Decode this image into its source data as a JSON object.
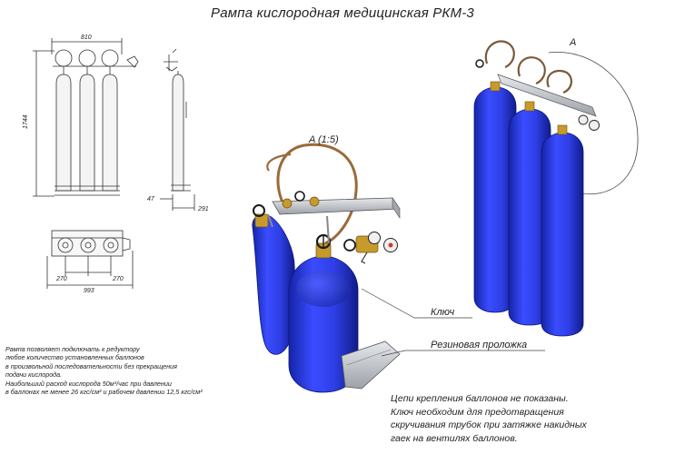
{
  "title": "Рампа кислородная медицинская РКМ-3",
  "dimensions": {
    "width_top": "810",
    "height_left": "1744",
    "side_47": "47",
    "side_291": "291",
    "plan_270_left": "270",
    "plan_270_right": "270",
    "plan_993": "993"
  },
  "labels": {
    "detail_view": "A (1:5)",
    "callout_a": "A",
    "key": "Ключ",
    "rubber_pad": "Резиновая проложка"
  },
  "notes_left": [
    "Рампа позволяет подключать к редуктору",
    "любое количество установленных баллонов",
    "в произвольной последовательности без прекращения",
    "подачи кислорода.",
    "Наибольший расход кислорода 50м³/час при давлении",
    "в баллонах не менее 26 кгс/см² и рабочем давлении 12,5 кгс/см²"
  ],
  "notes_right": [
    "Цепи крепления баллонов не показаны.",
    "Ключ  необходим для предотвращения",
    "скручивания трубок при затяжке накидных",
    "гаек  на вентилях баллонов."
  ],
  "colors": {
    "cylinder_blue": "#2f3fe6",
    "cylinder_dark": "#1424a8",
    "brass": "#c79a2c",
    "steel": "#b9bcc2",
    "copper": "#9a6a3a"
  }
}
